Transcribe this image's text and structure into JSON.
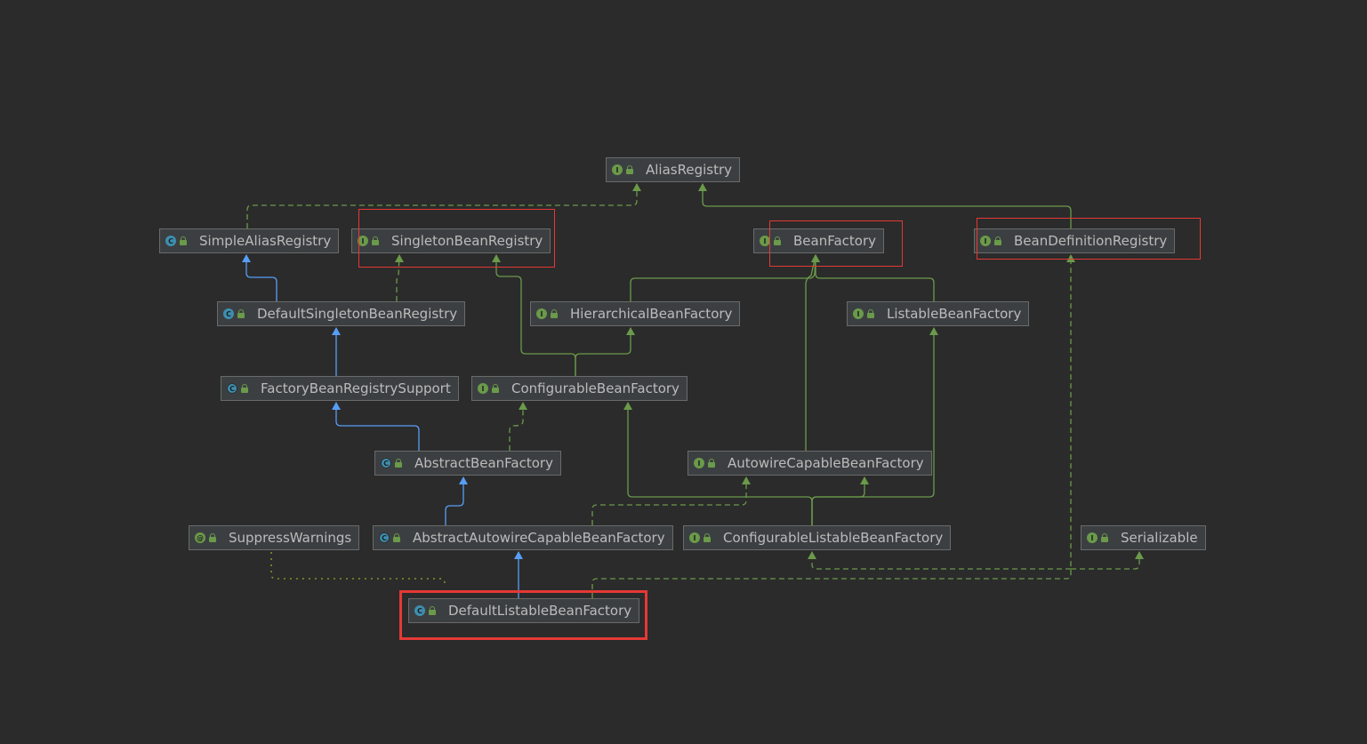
{
  "diagram": {
    "nodes": [
      {
        "id": "AliasRegistry",
        "label": "AliasRegistry",
        "kind": "interface",
        "kind_glyph": "I"
      },
      {
        "id": "SimpleAliasRegistry",
        "label": "SimpleAliasRegistry",
        "kind": "class",
        "kind_glyph": "C"
      },
      {
        "id": "SingletonBeanRegistry",
        "label": "SingletonBeanRegistry",
        "kind": "interface",
        "kind_glyph": "I"
      },
      {
        "id": "BeanFactory",
        "label": "BeanFactory",
        "kind": "interface",
        "kind_glyph": "I"
      },
      {
        "id": "BeanDefinitionRegistry",
        "label": "BeanDefinitionRegistry",
        "kind": "interface",
        "kind_glyph": "I"
      },
      {
        "id": "DefaultSingletonBeanRegistry",
        "label": "DefaultSingletonBeanRegistry",
        "kind": "class",
        "kind_glyph": "C"
      },
      {
        "id": "HierarchicalBeanFactory",
        "label": "HierarchicalBeanFactory",
        "kind": "interface",
        "kind_glyph": "I"
      },
      {
        "id": "ListableBeanFactory",
        "label": "ListableBeanFactory",
        "kind": "interface",
        "kind_glyph": "I"
      },
      {
        "id": "FactoryBeanRegistrySupport",
        "label": "FactoryBeanRegistrySupport",
        "kind": "abstract",
        "kind_glyph": "C"
      },
      {
        "id": "ConfigurableBeanFactory",
        "label": "ConfigurableBeanFactory",
        "kind": "interface",
        "kind_glyph": "I"
      },
      {
        "id": "AbstractBeanFactory",
        "label": "AbstractBeanFactory",
        "kind": "abstract",
        "kind_glyph": "C"
      },
      {
        "id": "AutowireCapableBeanFactory",
        "label": "AutowireCapableBeanFactory",
        "kind": "interface",
        "kind_glyph": "I"
      },
      {
        "id": "SuppressWarnings",
        "label": "SuppressWarnings",
        "kind": "annotation",
        "kind_glyph": "@"
      },
      {
        "id": "AbstractAutowireCapableBeanFactory",
        "label": "AbstractAutowireCapableBeanFactory",
        "kind": "abstract",
        "kind_glyph": "C"
      },
      {
        "id": "ConfigurableListableBeanFactory",
        "label": "ConfigurableListableBeanFactory",
        "kind": "interface",
        "kind_glyph": "I"
      },
      {
        "id": "Serializable",
        "label": "Serializable",
        "kind": "interface",
        "kind_glyph": "I"
      },
      {
        "id": "DefaultListableBeanFactory",
        "label": "DefaultListableBeanFactory",
        "kind": "class",
        "kind_glyph": "C"
      }
    ],
    "edges": [
      {
        "from": "SimpleAliasRegistry",
        "to": "AliasRegistry",
        "type": "implements"
      },
      {
        "from": "BeanDefinitionRegistry",
        "to": "AliasRegistry",
        "type": "extends-interface"
      },
      {
        "from": "DefaultSingletonBeanRegistry",
        "to": "SimpleAliasRegistry",
        "type": "extends"
      },
      {
        "from": "DefaultSingletonBeanRegistry",
        "to": "SingletonBeanRegistry",
        "type": "implements"
      },
      {
        "from": "HierarchicalBeanFactory",
        "to": "BeanFactory",
        "type": "extends-interface"
      },
      {
        "from": "ListableBeanFactory",
        "to": "BeanFactory",
        "type": "extends-interface"
      },
      {
        "from": "AutowireCapableBeanFactory",
        "to": "BeanFactory",
        "type": "extends-interface"
      },
      {
        "from": "FactoryBeanRegistrySupport",
        "to": "DefaultSingletonBeanRegistry",
        "type": "extends"
      },
      {
        "from": "ConfigurableBeanFactory",
        "to": "HierarchicalBeanFactory",
        "type": "extends-interface"
      },
      {
        "from": "ConfigurableBeanFactory",
        "to": "SingletonBeanRegistry",
        "type": "extends-interface"
      },
      {
        "from": "AbstractBeanFactory",
        "to": "FactoryBeanRegistrySupport",
        "type": "extends"
      },
      {
        "from": "AbstractBeanFactory",
        "to": "ConfigurableBeanFactory",
        "type": "implements"
      },
      {
        "from": "AbstractAutowireCapableBeanFactory",
        "to": "AbstractBeanFactory",
        "type": "extends"
      },
      {
        "from": "AbstractAutowireCapableBeanFactory",
        "to": "AutowireCapableBeanFactory",
        "type": "implements"
      },
      {
        "from": "ConfigurableListableBeanFactory",
        "to": "ListableBeanFactory",
        "type": "extends-interface"
      },
      {
        "from": "ConfigurableListableBeanFactory",
        "to": "AutowireCapableBeanFactory",
        "type": "extends-interface"
      },
      {
        "from": "ConfigurableListableBeanFactory",
        "to": "ConfigurableBeanFactory",
        "type": "extends-interface"
      },
      {
        "from": "DefaultListableBeanFactory",
        "to": "AbstractAutowireCapableBeanFactory",
        "type": "extends"
      },
      {
        "from": "DefaultListableBeanFactory",
        "to": "ConfigurableListableBeanFactory",
        "type": "implements"
      },
      {
        "from": "DefaultListableBeanFactory",
        "to": "BeanDefinitionRegistry",
        "type": "implements"
      },
      {
        "from": "DefaultListableBeanFactory",
        "to": "Serializable",
        "type": "implements"
      },
      {
        "from": "DefaultListableBeanFactory",
        "to": "SuppressWarnings",
        "type": "annotated"
      }
    ],
    "highlighted": [
      "SingletonBeanRegistry",
      "BeanFactory",
      "BeanDefinitionRegistry",
      "DefaultListableBeanFactory"
    ]
  },
  "colors": {
    "background": "#2b2b2b",
    "node_fill": "#3c3f41",
    "node_border": "#6a6a6a",
    "text": "#bbbbbb",
    "extends_edge": "#589df6",
    "implements_edge": "#6a9a4a",
    "annotation_edge": "#9aa82c",
    "highlight": "#e53935"
  }
}
